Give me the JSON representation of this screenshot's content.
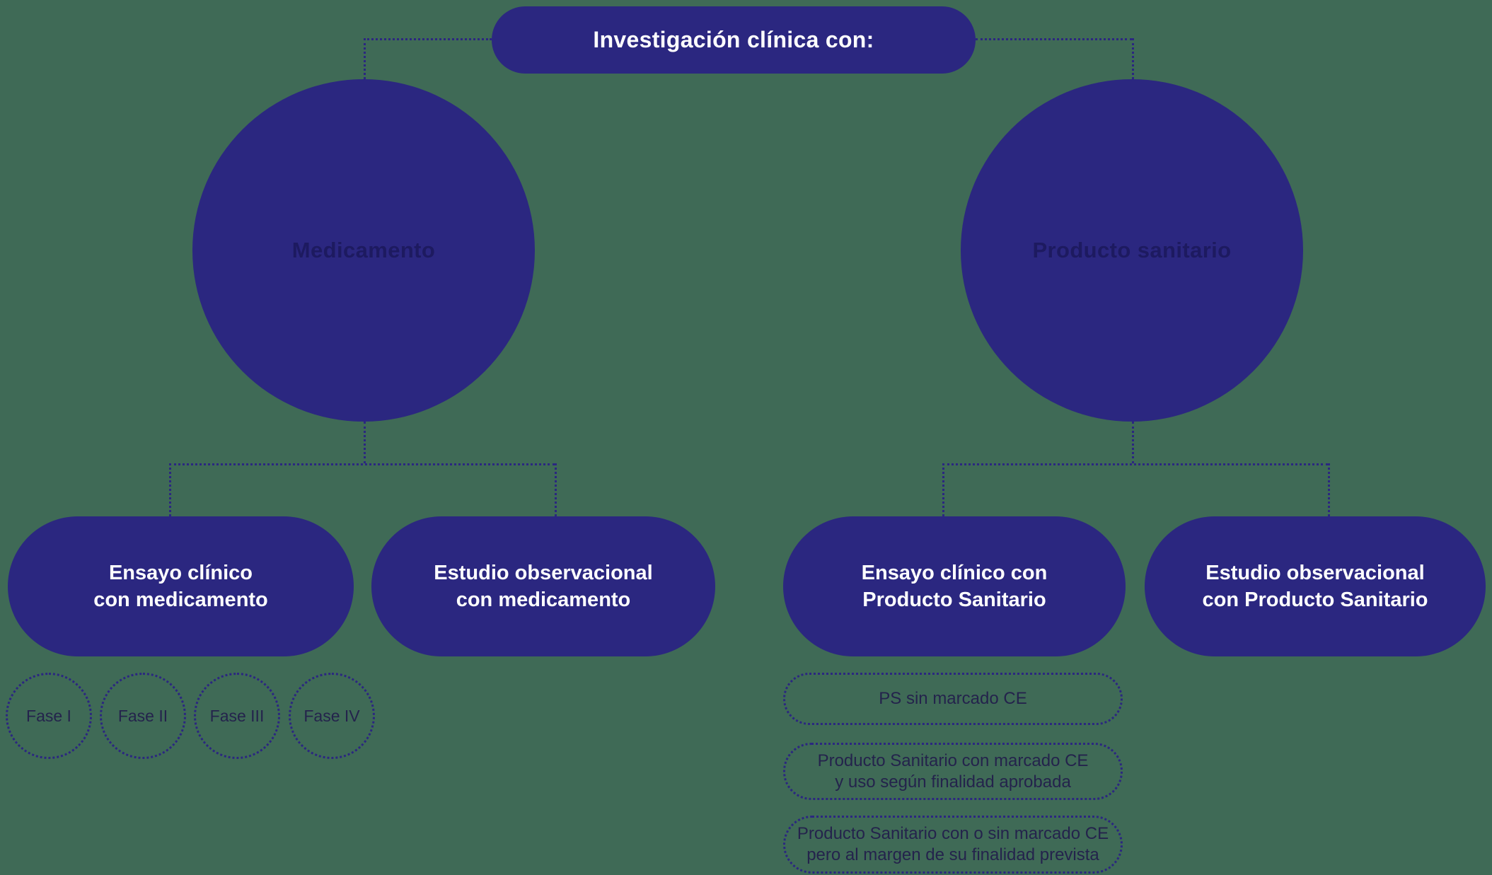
{
  "colors": {
    "background": "#3F6A56",
    "node_fill": "#2B2780",
    "node_text": "#FFFFFF",
    "circle_label_text": "#1D1A60",
    "dotted_outline": "#2B2780",
    "outline_node_text": "#24234C"
  },
  "root": {
    "title": "Investigación clínica con:"
  },
  "branches": {
    "left": {
      "circle_label": "Medicamento",
      "children": [
        {
          "line1": "Ensayo clínico",
          "line2": "con medicamento"
        },
        {
          "line1": "Estudio observacional",
          "line2": "con medicamento"
        }
      ],
      "phases": [
        "Fase I",
        "Fase II",
        "Fase III",
        "Fase IV"
      ]
    },
    "right": {
      "circle_label": "Producto sanitario",
      "children": [
        {
          "line1": "Ensayo clínico con",
          "line2": "Producto Sanitario"
        },
        {
          "line1": "Estudio observacional",
          "line2": "con Producto Sanitario"
        }
      ],
      "notes": [
        {
          "line1": "PS sin marcado CE",
          "line2": ""
        },
        {
          "line1": "Producto Sanitario con marcado CE",
          "line2": "y uso según finalidad aprobada"
        },
        {
          "line1": "Producto Sanitario con o sin marcado CE",
          "line2": "pero al margen de su finalidad prevista"
        }
      ]
    }
  }
}
